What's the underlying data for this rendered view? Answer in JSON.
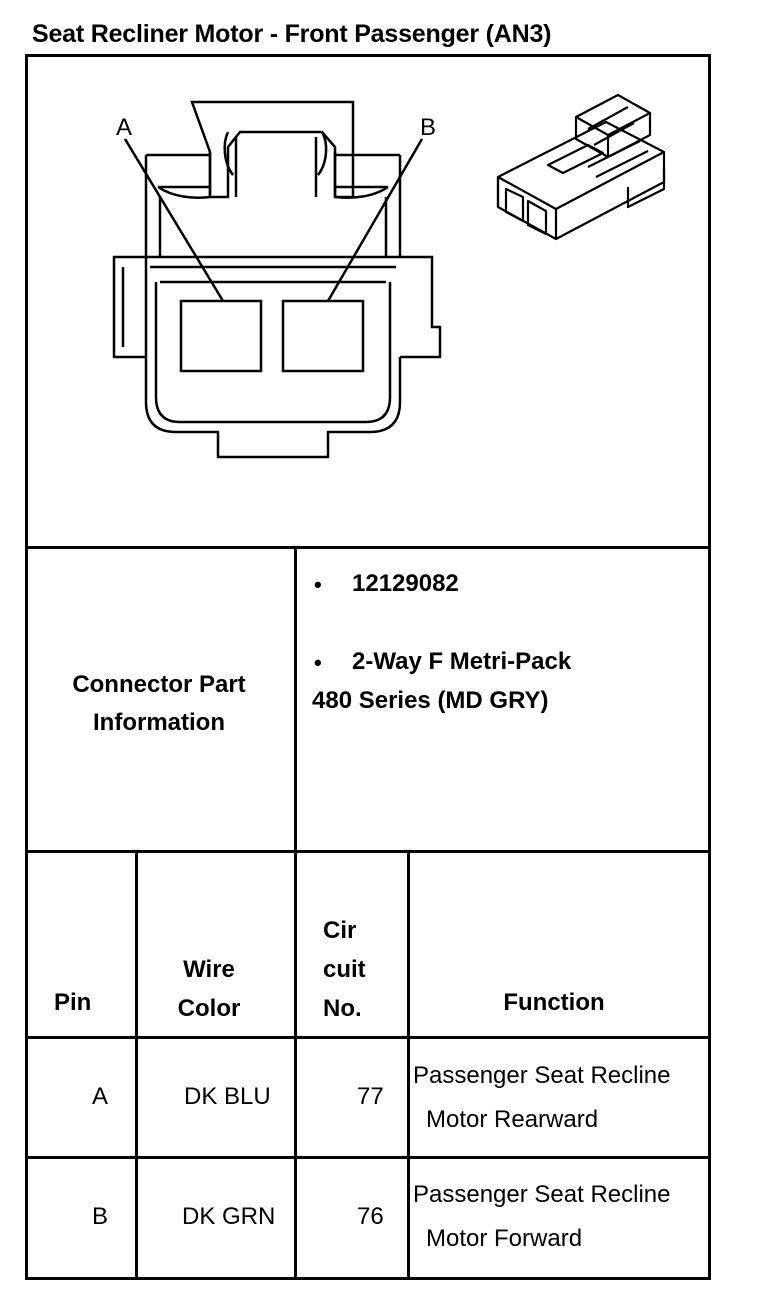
{
  "title": "Seat Recliner Motor - Front Passenger (AN3)",
  "diagram": {
    "pin_label_a": "A",
    "pin_label_b": "B"
  },
  "connector_info": {
    "label_line1": "Connector Part",
    "label_line2": "Information",
    "part_number": "12129082",
    "description_line1": "2-Way F Metri-Pack",
    "description_line2": "480 Series (MD GRY)"
  },
  "table": {
    "headers": {
      "pin": "Pin",
      "wire_color_line1": "Wire",
      "wire_color_line2": "Color",
      "circuit_line1": "Cir",
      "circuit_line2": "cuit",
      "circuit_line3": "No.",
      "function": "Function"
    },
    "rows": [
      {
        "pin": "A",
        "wire_color": "DK BLU",
        "circuit": "77",
        "function_line1": "Passenger Seat Recline",
        "function_line2": "Motor Rearward"
      },
      {
        "pin": "B",
        "wire_color": "DK GRN",
        "circuit": "76",
        "function_line1": "Passenger Seat Recline",
        "function_line2": "Motor Forward"
      }
    ]
  }
}
